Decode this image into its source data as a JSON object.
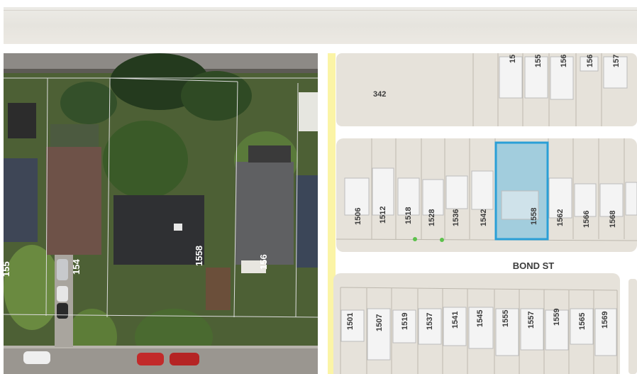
{
  "aerial": {
    "labels": [
      {
        "id": "a-155",
        "text": "155"
      },
      {
        "id": "a-154",
        "text": "154"
      },
      {
        "id": "a-1558",
        "text": "1558"
      },
      {
        "id": "a-156",
        "text": "156"
      }
    ]
  },
  "plan": {
    "street_name": "BOND ST",
    "block_label": "342",
    "selected_lot": "1558",
    "highlight_color": "#4fb3e0",
    "top_row": [
      "15",
      "155",
      "156",
      "156",
      "157"
    ],
    "middle_row": [
      "1506",
      "1512",
      "1518",
      "1528",
      "1536",
      "1542",
      "1558",
      "1562",
      "1566",
      "1568"
    ],
    "bottom_row": [
      "1501",
      "1507",
      "1519",
      "1537",
      "1541",
      "1545",
      "1555",
      "1557",
      "1559",
      "1565",
      "1569"
    ]
  }
}
